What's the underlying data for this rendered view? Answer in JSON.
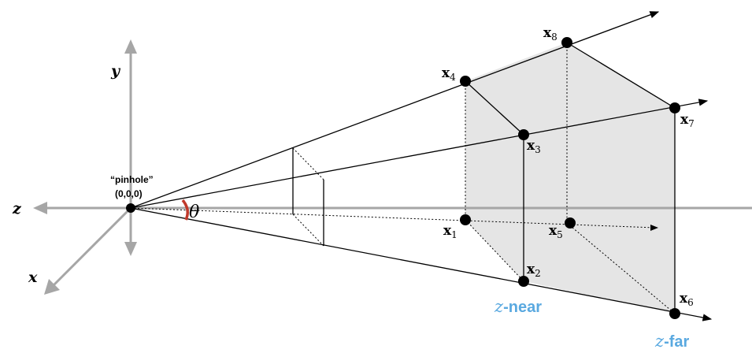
{
  "axes": {
    "y_label": "y",
    "z_label": "z",
    "x_label": "x"
  },
  "pinhole": {
    "label": "“pinhole”",
    "coords": "(0,0,0)"
  },
  "angle_label": "θ",
  "points": [
    {
      "name": "x",
      "sub": "1"
    },
    {
      "name": "x",
      "sub": "2"
    },
    {
      "name": "x",
      "sub": "3"
    },
    {
      "name": "x",
      "sub": "4"
    },
    {
      "name": "x",
      "sub": "5"
    },
    {
      "name": "x",
      "sub": "6"
    },
    {
      "name": "x",
      "sub": "7"
    },
    {
      "name": "x",
      "sub": "8"
    }
  ],
  "planes": {
    "near_prefix": "z",
    "near_label": "-near",
    "far_prefix": "z",
    "far_label": "-far"
  },
  "colors": {
    "axis": "#a6a6a6",
    "plane_fill": "#e5e5e5",
    "plane_label": "#5aa9e0",
    "angle_arc": "#c0392b"
  }
}
